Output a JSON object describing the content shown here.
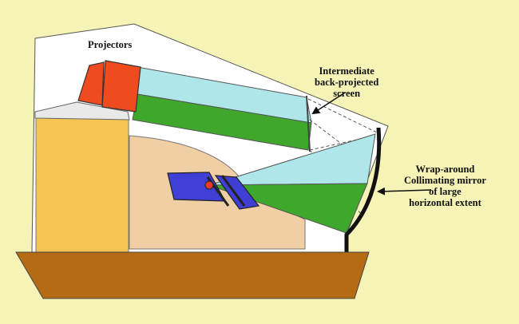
{
  "labels": {
    "projectors": "Projectors",
    "screen": [
      "Intermediate",
      "back-projected",
      "screen"
    ],
    "mirror": [
      "Wrap-around",
      "Collimating mirror",
      "of large",
      "horizontal extent"
    ]
  },
  "colors": {
    "background": "#f6f3b6",
    "cabinet": "#ffffff",
    "projector": "#f04a1f",
    "light_blue_beam": "#aee6ea",
    "green_beam": "#3fa72b",
    "seat_panel": "#f6c453",
    "base": "#b56b14",
    "cockpit_area": "#f1cfa4",
    "pilot_seat": "#3f3fd6",
    "eye_point": "#e83a2a",
    "mirror": "#111111"
  }
}
